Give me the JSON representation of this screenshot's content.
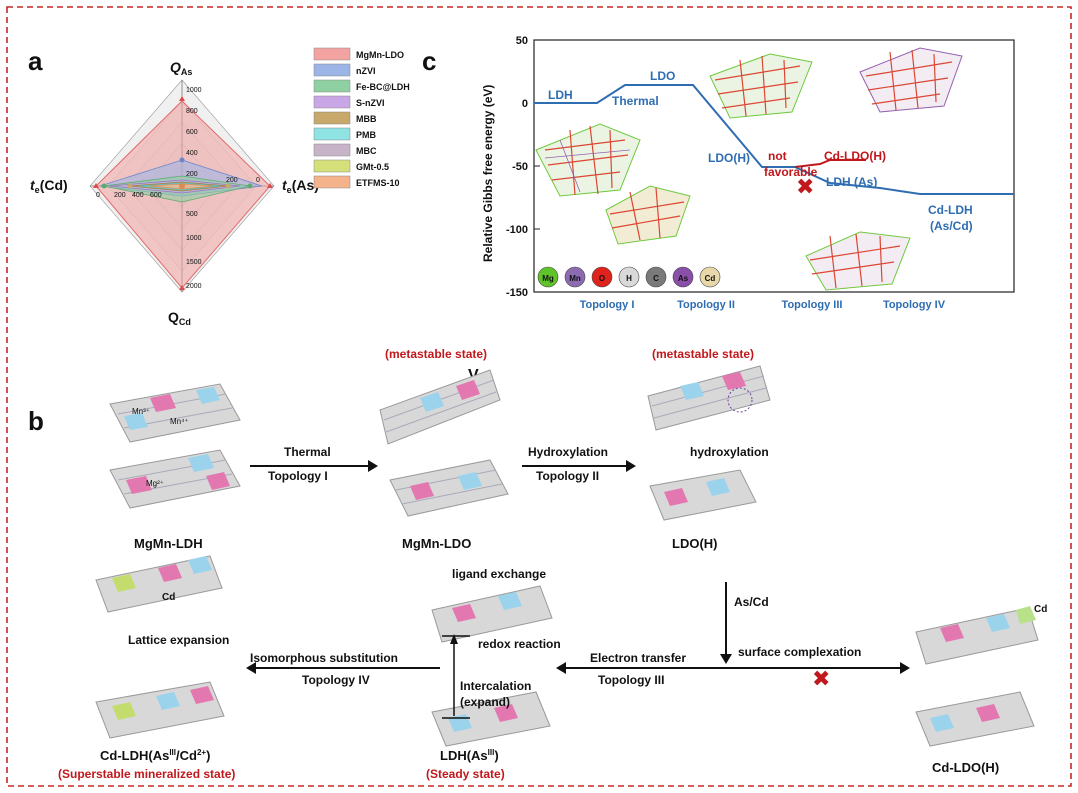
{
  "panel_labels": {
    "a": "a",
    "b": "b",
    "c": "c"
  },
  "radar": {
    "axes": {
      "top": {
        "main": "Q",
        "sub": "As"
      },
      "bottom": {
        "main": "Q",
        "sub": "Cd"
      },
      "left": {
        "main": "t",
        "sub": "e",
        "tail": "(Cd)"
      },
      "right": {
        "main": "t",
        "sub": "e",
        "tail": "(As)"
      }
    },
    "ticks_top": [
      "1000",
      "800",
      "600",
      "400",
      "200"
    ],
    "ticks_bottom": [
      "500",
      "1000",
      "1500",
      "2000"
    ],
    "ticks_left": [
      "0",
      "200",
      "400",
      "600"
    ],
    "ticks_right": [
      "200",
      "0"
    ],
    "legend": [
      {
        "name": "MgMn-LDO",
        "color": "#f4a3a3"
      },
      {
        "name": "nZVI",
        "color": "#9db4e6"
      },
      {
        "name": "Fe-BC@LDH",
        "color": "#8fd0a2"
      },
      {
        "name": "S-nZVI",
        "color": "#c9a6e6"
      },
      {
        "name": "MBB",
        "color": "#c9a86b"
      },
      {
        "name": "PMB",
        "color": "#8fe3e3"
      },
      {
        "name": "MBC",
        "color": "#c8b4c8"
      },
      {
        "name": "GMt-0.5",
        "color": "#d6e07a"
      },
      {
        "name": "ETFMS-10",
        "color": "#f4b38a"
      }
    ]
  },
  "energy": {
    "ylabel": "Relative Gibbs free energy (eV)",
    "yticks": [
      "50",
      "0",
      "-50",
      "-100",
      "-150"
    ],
    "xticks": [
      "Topology I",
      "Topology II",
      "Topology III",
      "Topology IV"
    ],
    "labels": {
      "ldh": "LDH",
      "thermal": "Thermal",
      "ldo": "LDO",
      "ldoh": "LDO(H)",
      "not": "not",
      "favorable": "favorable",
      "cdldoh": "Cd-LDO(H)",
      "ldhas": "LDH (As)",
      "cdldh1": "Cd-LDH",
      "cdldh2": "(As/Cd)"
    },
    "atoms": [
      {
        "sym": "Mg",
        "color": "#5fc42a"
      },
      {
        "sym": "Mn",
        "color": "#8c6bb1"
      },
      {
        "sym": "O",
        "color": "#e0221c"
      },
      {
        "sym": "H",
        "color": "#d9d9d9"
      },
      {
        "sym": "C",
        "color": "#7a7a7a"
      },
      {
        "sym": "As",
        "color": "#8a4fa8"
      },
      {
        "sym": "Cd",
        "color": "#e8d7a8"
      }
    ]
  },
  "scheme": {
    "ion_mn3": "Mn³⁺",
    "ion_mn4": "Mn⁴⁺",
    "ion_mg": "Mg²⁺",
    "meta1": "(metastable state)",
    "meta2": "(metastable state)",
    "vo_main": "V",
    "vo_sub": "o",
    "mgmn_ldh": "MgMn-LDH",
    "mgmn_ldo": "MgMn-LDO",
    "ldoh": "LDO(H)",
    "thermal": "Thermal",
    "topo1": "Topology I",
    "hydroxylation": "Hydroxylation",
    "topo2": "Topology II",
    "hydroxylation_small": "hydroxylation",
    "ascd": "As/Cd",
    "electron_transfer": "Electron transfer",
    "topo3": "Topology III",
    "surface_complexation": "surface complexation",
    "cd_small": "Cd",
    "cd_ldoh": "Cd-LDO(H)",
    "ligand_exchange": "ligand exchange",
    "redox": "redox reaction",
    "intercalation": "Intercalation",
    "expand": "(expand)",
    "ldh_as": "LDH(As",
    "ldh_as_sup": "III",
    "ldh_as_end": ")",
    "steady": "(Steady state)",
    "iso": "Isomorphous substitution",
    "topo4": "Topology IV",
    "lattice": "Lattice expansion",
    "cd_label": "Cd",
    "cdldh_main": "Cd-LDH(As",
    "cdldh_sup": "III",
    "cdldh_mid": "/Cd",
    "cdldh_sup2": "2+",
    "cdldh_end": ")",
    "superstable": "(Superstable mineralized state)"
  }
}
